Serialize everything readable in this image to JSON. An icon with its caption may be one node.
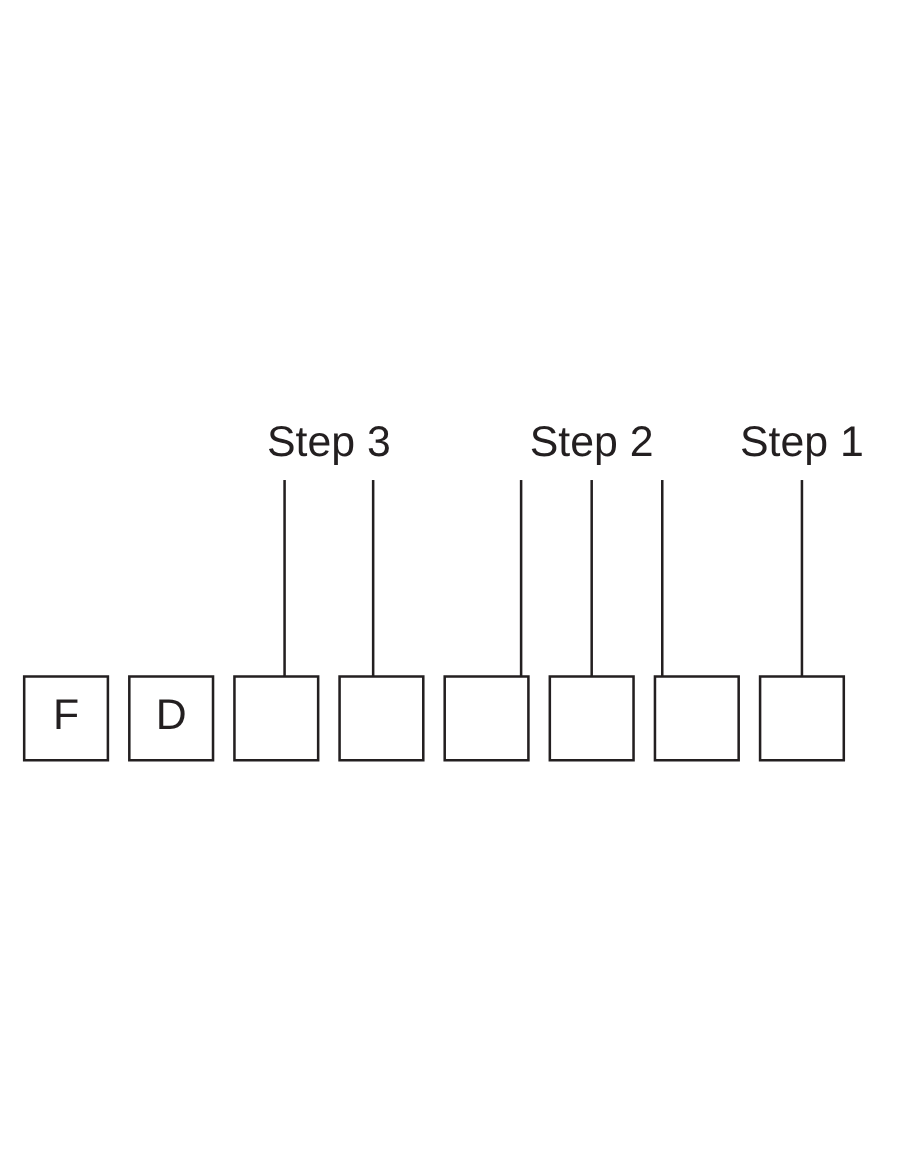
{
  "diagram": {
    "nodes": [
      {
        "text": [
          "Step 3"
        ]
      },
      {
        "text": [
          "Step 2"
        ]
      },
      {
        "text": [
          "Step 1"
        ]
      },
      {
        "text": [
          "F"
        ]
      },
      {
        "text": [
          "D"
        ]
      },
      {
        "text": [],
        "shape": "box"
      },
      {
        "text": [],
        "shape": "box"
      },
      {
        "text": [],
        "shape": "box"
      },
      {
        "text": [],
        "shape": "box"
      },
      {
        "text": [],
        "shape": "box"
      },
      {
        "text": [],
        "shape": "box"
      }
    ],
    "edges": [
      {
        "from": 0,
        "to": 5,
        "arrow": "none"
      },
      {
        "from": 0,
        "to": 6,
        "arrow": "none"
      },
      {
        "from": 1,
        "to": 7,
        "arrow": "none"
      },
      {
        "from": 1,
        "to": 8,
        "arrow": "none"
      },
      {
        "from": 1,
        "to": 9,
        "arrow": "none"
      },
      {
        "from": 2,
        "to": 10,
        "arrow": "none"
      }
    ]
  }
}
